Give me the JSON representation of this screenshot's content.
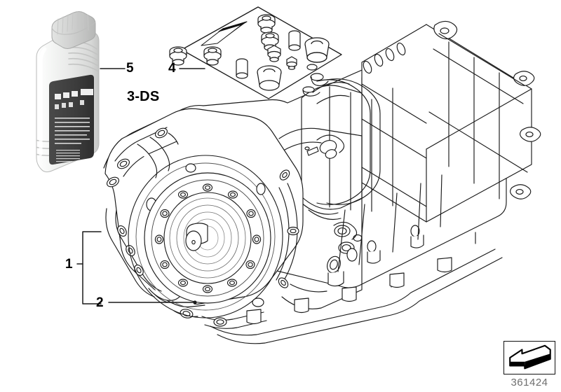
{
  "diagram": {
    "title": "Automatic transmission assembly exploded parts diagram",
    "variant_label": "3-DS",
    "part_number": "361424",
    "badge_icon": "3d-view-arrow-icon",
    "line_color": "#1a1a1a",
    "label_color": "#000000",
    "part_number_color": "#6e6e6e",
    "background": "#ffffff"
  },
  "callouts": [
    {
      "id": "1",
      "label": "1",
      "target": "transmission-assembly",
      "style": "bracket"
    },
    {
      "id": "2",
      "label": "2",
      "target": "torque-converter",
      "style": "leader"
    },
    {
      "id": "4",
      "label": "4",
      "target": "fastener-kit-card",
      "style": "leader"
    },
    {
      "id": "5",
      "label": "5",
      "target": "oil-bottle",
      "style": "leader"
    }
  ],
  "components": {
    "oil_bottle": {
      "name": "transmission-fluid-bottle",
      "cap_color": "#cfd0cf",
      "body_color": "#f1f2f1",
      "label_color": "#3a3a3a"
    },
    "fastener_kit": {
      "name": "fastener-kit-card",
      "items": [
        "hex-bolt",
        "hex-bolt",
        "hex-bolt",
        "hex-bolt",
        "square-plug",
        "square-plug",
        "pin",
        "pin",
        "bushing",
        "bushing",
        "seal-strip"
      ]
    },
    "transmission": {
      "name": "automatic-transmission-housing",
      "sub_parts": [
        "bell-housing",
        "torque-converter",
        "transmission-case",
        "oil-pan",
        "mounting-flange"
      ]
    }
  }
}
